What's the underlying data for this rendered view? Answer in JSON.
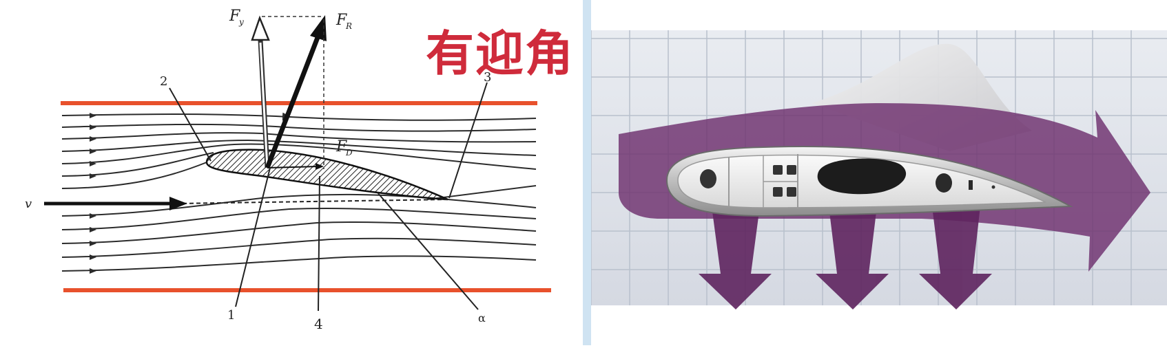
{
  "left_diagram": {
    "title": "有迎角",
    "labels": {
      "fy": "F",
      "fy_sub": "y",
      "fr": "F",
      "fr_sub": "R",
      "fd": "F",
      "fd_sub": "D",
      "v": "v",
      "n1": "1",
      "n2": "2",
      "n3": "3",
      "n4": "4",
      "alpha": "α"
    },
    "colors": {
      "boundary": "#e8512c",
      "stream": "#2b2b2b",
      "title": "#cf2b3b"
    }
  },
  "right_image": {
    "colors": {
      "flow_arrow": "#6e2f6e",
      "wall": "#dfe2ea",
      "grid": "#b8c0cc"
    }
  }
}
